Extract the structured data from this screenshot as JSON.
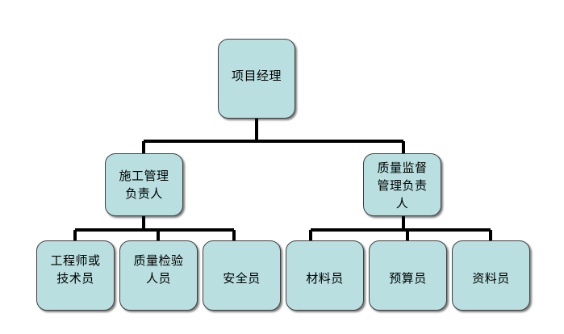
{
  "diagram": {
    "type": "organization-chart",
    "orientation": "top-down",
    "background_color": "#ffffff",
    "node_fill_color": "#b9dfe0",
    "node_border_color": "#3f3f3f",
    "connector_color": "#000000",
    "levels": [
      {
        "level": 1,
        "nodes": [
          {
            "id": "project-manager",
            "label": "项目经理"
          }
        ]
      },
      {
        "level": 2,
        "nodes": [
          {
            "id": "construction-mgmt",
            "label": "施工管理\n负责人"
          },
          {
            "id": "quality-supervision",
            "label": "质量监督\n管理负责\n人"
          }
        ]
      },
      {
        "level": 3,
        "nodes": [
          {
            "id": "engineer",
            "label": "工程师或\n技术员"
          },
          {
            "id": "qc-inspector",
            "label": "质量检验\n人员"
          },
          {
            "id": "safety",
            "label": "安全员"
          },
          {
            "id": "materials",
            "label": "材料员"
          },
          {
            "id": "budget",
            "label": "预算员"
          },
          {
            "id": "documents",
            "label": "资料员"
          }
        ]
      }
    ],
    "edges": [
      {
        "from": "project-manager",
        "to": "construction-mgmt"
      },
      {
        "from": "project-manager",
        "to": "quality-supervision"
      },
      {
        "from": "construction-mgmt",
        "to": "engineer"
      },
      {
        "from": "construction-mgmt",
        "to": "qc-inspector"
      },
      {
        "from": "construction-mgmt",
        "to": "safety"
      },
      {
        "from": "quality-supervision",
        "to": "materials"
      },
      {
        "from": "quality-supervision",
        "to": "budget"
      },
      {
        "from": "quality-supervision",
        "to": "documents"
      }
    ]
  }
}
